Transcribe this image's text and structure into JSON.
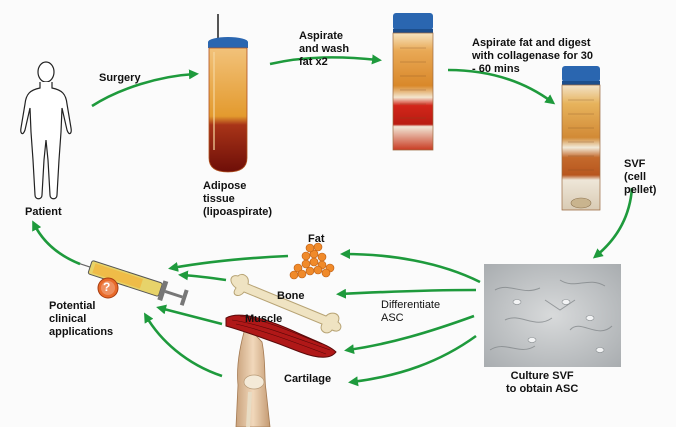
{
  "labels": {
    "patient": "Patient",
    "surgery": "Surgery",
    "adipose": "Adipose\ntissue\n(lipoaspirate)",
    "aspirate_wash": "Aspirate\nand wash\nfat x2",
    "digest": "Aspirate fat and digest\nwith collagenase for 30\n- 60 mins",
    "svf": "SVF\n(cell\npellet)",
    "culture": "Culture SVF\nto obtain ASC",
    "differentiate": "Differentiate\nASC",
    "fat": "Fat",
    "bone": "Bone",
    "muscle": "Muscle",
    "cartilage": "Cartilage",
    "applications": "Potential\nclinical\napplications"
  },
  "icons": {
    "question": "?"
  },
  "colors": {
    "arrow": "#1e9a3c",
    "fat_layer": "#e8a030",
    "blood_layer": "#8c1a0e",
    "cap": "#2a66b0",
    "muscle": "#b01818",
    "fat_droplet": "#f08a2a"
  }
}
